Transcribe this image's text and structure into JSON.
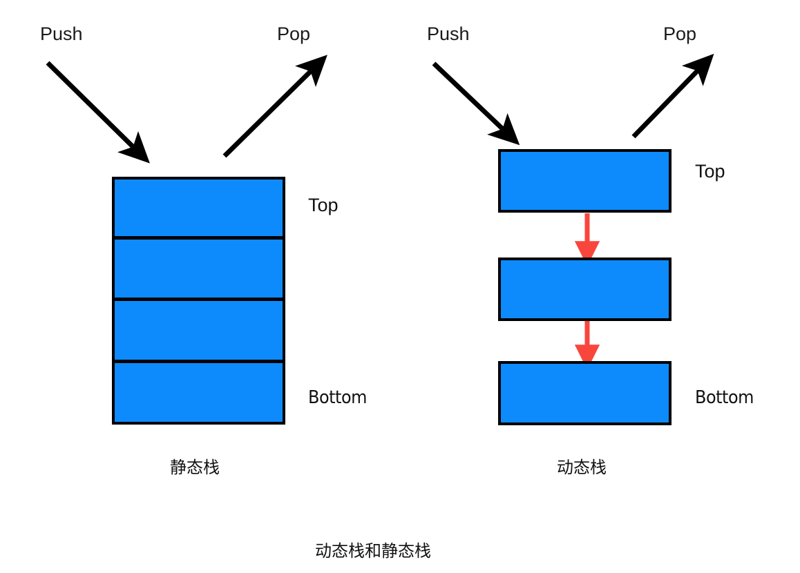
{
  "diagram": {
    "title": "动态栈和静态栈",
    "background_color": "#ffffff",
    "box_fill_color": "#0d8bfd",
    "box_stroke_color": "#000000",
    "flow_arrow_color": "#f9463c",
    "op_arrow_color": "#000000"
  },
  "left_panel": {
    "caption": "静态栈",
    "push_label": "Push",
    "pop_label": "Pop",
    "top_label": "Top",
    "bottom_label": "Bottom",
    "segment_count": 4,
    "segments": [
      {
        "name": "segment-1",
        "role": "Top"
      },
      {
        "name": "segment-2",
        "role": ""
      },
      {
        "name": "segment-3",
        "role": ""
      },
      {
        "name": "segment-4",
        "role": "Bottom"
      }
    ]
  },
  "right_panel": {
    "caption": "动态栈",
    "push_label": "Push",
    "pop_label": "Pop",
    "top_label": "Top",
    "bottom_label": "Bottom",
    "node_count": 3,
    "link_count": 2,
    "nodes": [
      {
        "name": "node-1",
        "role": "Top"
      },
      {
        "name": "node-2",
        "role": ""
      },
      {
        "name": "node-3",
        "role": "Bottom"
      }
    ]
  },
  "icons": {
    "push_arrow": "arrow-down-right-icon",
    "pop_arrow": "arrow-up-right-icon",
    "link_arrow": "arrow-down-icon"
  }
}
